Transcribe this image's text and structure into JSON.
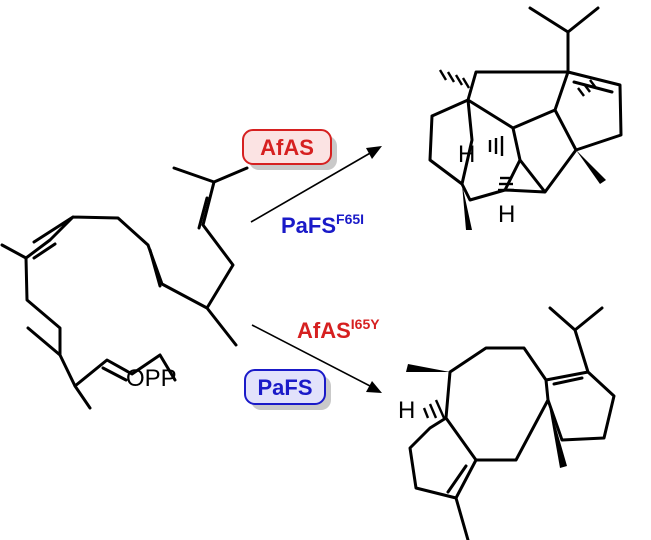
{
  "substrate": {
    "leaving_group": "OPP"
  },
  "upper_reaction": {
    "boxed_enzyme": "AfAS",
    "boxed_color": "#d62020",
    "mutant_enzyme": "PaFS",
    "mutant_superscript": "F65I",
    "mutant_color": "#1a1ac8",
    "product_h_labels": [
      "H",
      "H"
    ]
  },
  "lower_reaction": {
    "mutant_enzyme": "AfAS",
    "mutant_superscript": "I65Y",
    "mutant_color": "#d62020",
    "boxed_enzyme": "PaFS",
    "boxed_color": "#1a1ac8",
    "product_h_labels": [
      "H"
    ]
  }
}
